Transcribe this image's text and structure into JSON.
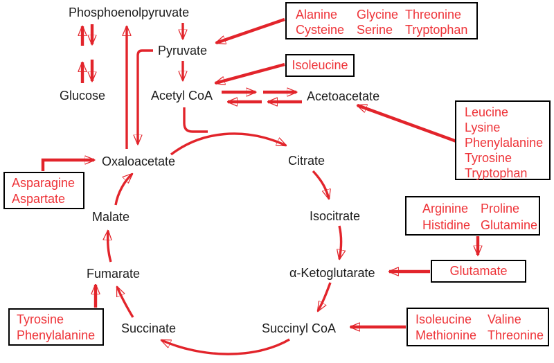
{
  "colors": {
    "arrow_red": "#e2242b",
    "box_text_red": "#ee3338",
    "box_border_black": "#000000",
    "label_black": "#1c1c1c",
    "background": "#ffffff"
  },
  "metabolites": {
    "phosphoenolpyruvate": "Phosphoenolpyruvate",
    "glucose": "Glucose",
    "pyruvate": "Pyruvate",
    "acetyl_coa": "Acetyl CoA",
    "acetoacetate": "Acetoacetate",
    "oxaloacetate": "Oxaloacetate",
    "citrate": "Citrate",
    "isocitrate": "Isocitrate",
    "alpha_ketoglutarate": "α-Ketoglutarate",
    "succinyl_coa": "Succinyl CoA",
    "succinate": "Succinate",
    "fumarate": "Fumarate",
    "malate": "Malate"
  },
  "boxes": {
    "pyruvate_inputs": {
      "rows": [
        [
          "Alanine",
          "Glycine",
          "Threonine"
        ],
        [
          "Cysteine",
          "Serine",
          "Tryptophan"
        ]
      ]
    },
    "acetyl_coa_inputs": {
      "rows": [
        [
          "Isoleucine"
        ]
      ]
    },
    "acetoacetate_inputs": {
      "rows": [
        [
          "Leucine"
        ],
        [
          "Lysine"
        ],
        [
          "Phenylalanine"
        ],
        [
          "Tyrosine"
        ],
        [
          "Tryptophan"
        ]
      ]
    },
    "glutamate_inputs": {
      "rows": [
        [
          "Arginine",
          "Proline"
        ],
        [
          "Histidine",
          "Glutamine"
        ]
      ]
    },
    "alpha_ketoglutarate_inputs": {
      "rows": [
        [
          "Glutamate"
        ]
      ]
    },
    "succinyl_coa_inputs": {
      "rows": [
        [
          "Isoleucine",
          "Valine"
        ],
        [
          "Methionine",
          "Threonine"
        ]
      ]
    },
    "fumarate_inputs": {
      "rows": [
        [
          "Tyrosine"
        ],
        [
          "Phenylalanine"
        ]
      ]
    },
    "oxaloacetate_inputs": {
      "rows": [
        [
          "Asparagine"
        ],
        [
          "Aspartate"
        ]
      ]
    }
  }
}
